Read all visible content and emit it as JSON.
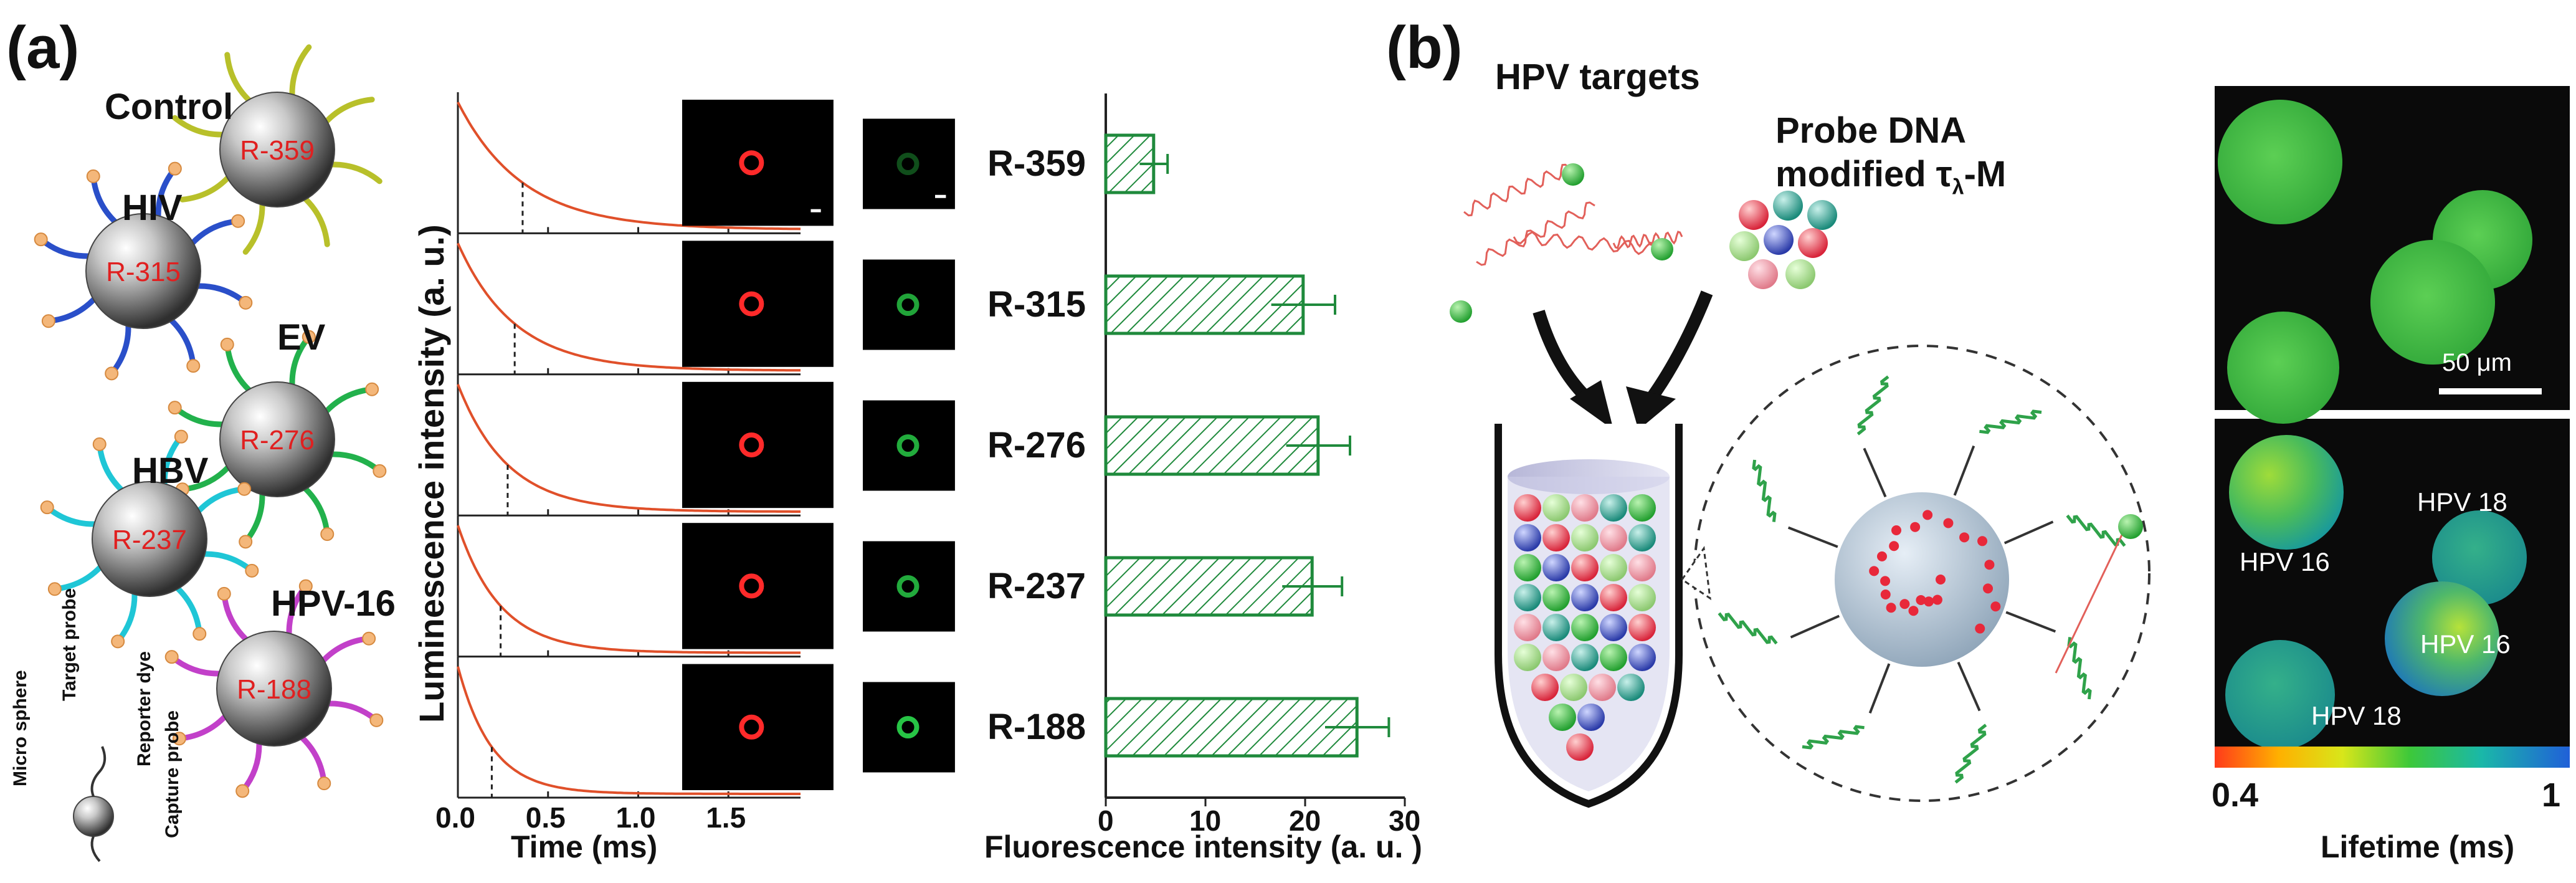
{
  "panel_a": {
    "tag": "(a)",
    "spheres": [
      {
        "label": "Control",
        "code": "R-359",
        "color": "#b8c02a"
      },
      {
        "label": "HIV",
        "code": "R-315",
        "color": "#2a4fc9"
      },
      {
        "label": "EV",
        "code": "R-276",
        "color": "#22b14c"
      },
      {
        "label": "HBV",
        "code": "R-237",
        "color": "#1fc6d6"
      },
      {
        "label": "HPV-16",
        "code": "R-188",
        "color": "#c240c9"
      }
    ],
    "legend": {
      "target_probe": "Target probe",
      "reporter_dye": "Reporter dye",
      "microsphere": "Micro sphere",
      "capture_probe": "Capture probe"
    },
    "decay_plot": {
      "ylabel": "Luminescence intensity (a. u.)",
      "xlabel": "Time (ms)",
      "xticks": [
        "0.0",
        "0.5",
        "1.0",
        "1.5"
      ],
      "lifetimes_ms": [
        0.359,
        0.315,
        0.276,
        0.237,
        0.188
      ],
      "xlim": [
        0,
        1.9
      ]
    },
    "fluor_labels": [
      "R-359",
      "R-315",
      "R-276",
      "R-237",
      "R-188"
    ]
  },
  "chart_data": {
    "type": "bar",
    "orientation": "horizontal",
    "categories": [
      "R-359",
      "R-315",
      "R-276",
      "R-237",
      "R-188"
    ],
    "values": [
      4.8,
      19.8,
      21.3,
      20.7,
      25.2
    ],
    "errors": [
      1.4,
      3.2,
      3.2,
      3.0,
      3.2
    ],
    "xlabel": "Fluorescence intensity (a. u. )",
    "xticks": [
      "0",
      "10",
      "20",
      "30"
    ],
    "xlim": [
      0,
      30
    ],
    "bar_color": "#1f8a3c"
  },
  "panel_b": {
    "tag": "(b)",
    "hpv_targets": "HPV targets",
    "probe_line1": "Probe DNA",
    "probe_line2": "modified τ",
    "probe_sub": "λ",
    "probe_suffix": "-M",
    "scale_bar": "50 μm",
    "cell_labels": [
      "HPV 16",
      "HPV 18",
      "HPV 16",
      "HPV 18"
    ],
    "colorbar_min": "0.4",
    "colorbar_max": "1",
    "colorbar_label": "Lifetime (ms)"
  }
}
